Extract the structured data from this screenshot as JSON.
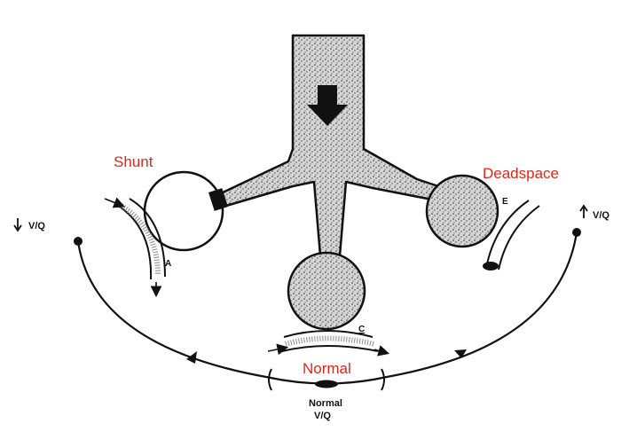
{
  "labels": {
    "shunt": "Shunt",
    "deadspace": "Deadspace",
    "normal": "Normal",
    "marker_a": "A",
    "marker_c": "C",
    "marker_e": "E",
    "low_vq": "V/Q",
    "high_vq": "V/Q",
    "normal_vq_title": "Normal",
    "normal_vq_ratio": "V/Q"
  },
  "colors": {
    "annotation": "#e0261b",
    "stipple": "#d9d9d9",
    "ink": "#111111"
  },
  "icons": {
    "airflow": "down-arrow-icon",
    "decrease": "down-arrow-icon",
    "increase": "up-arrow-icon"
  }
}
